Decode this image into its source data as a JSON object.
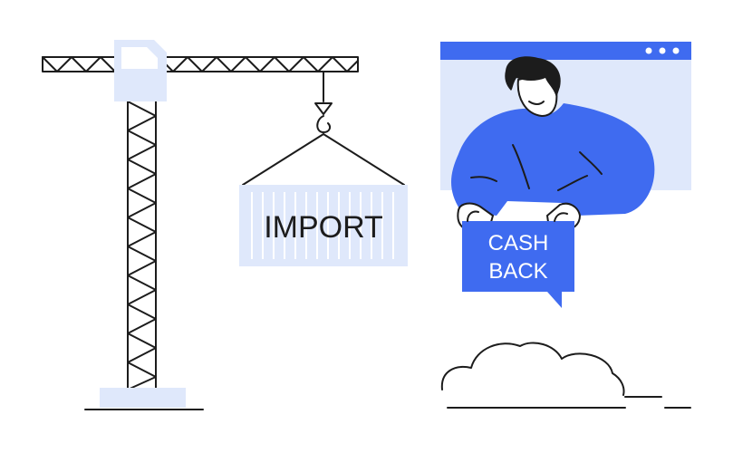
{
  "container": {
    "label": "IMPORT"
  },
  "speech_bubble": {
    "line1": "CASH",
    "line2": "BACK"
  },
  "colors": {
    "accent_blue": "#3f6bf0",
    "light_blue": "#dfe8fb",
    "outline": "#1c1c1c",
    "background": "#ffffff"
  },
  "icons": {
    "browser_dots": "three-dots-icon",
    "hook": "crane-hook-icon",
    "cloud": "cloud-icon"
  }
}
